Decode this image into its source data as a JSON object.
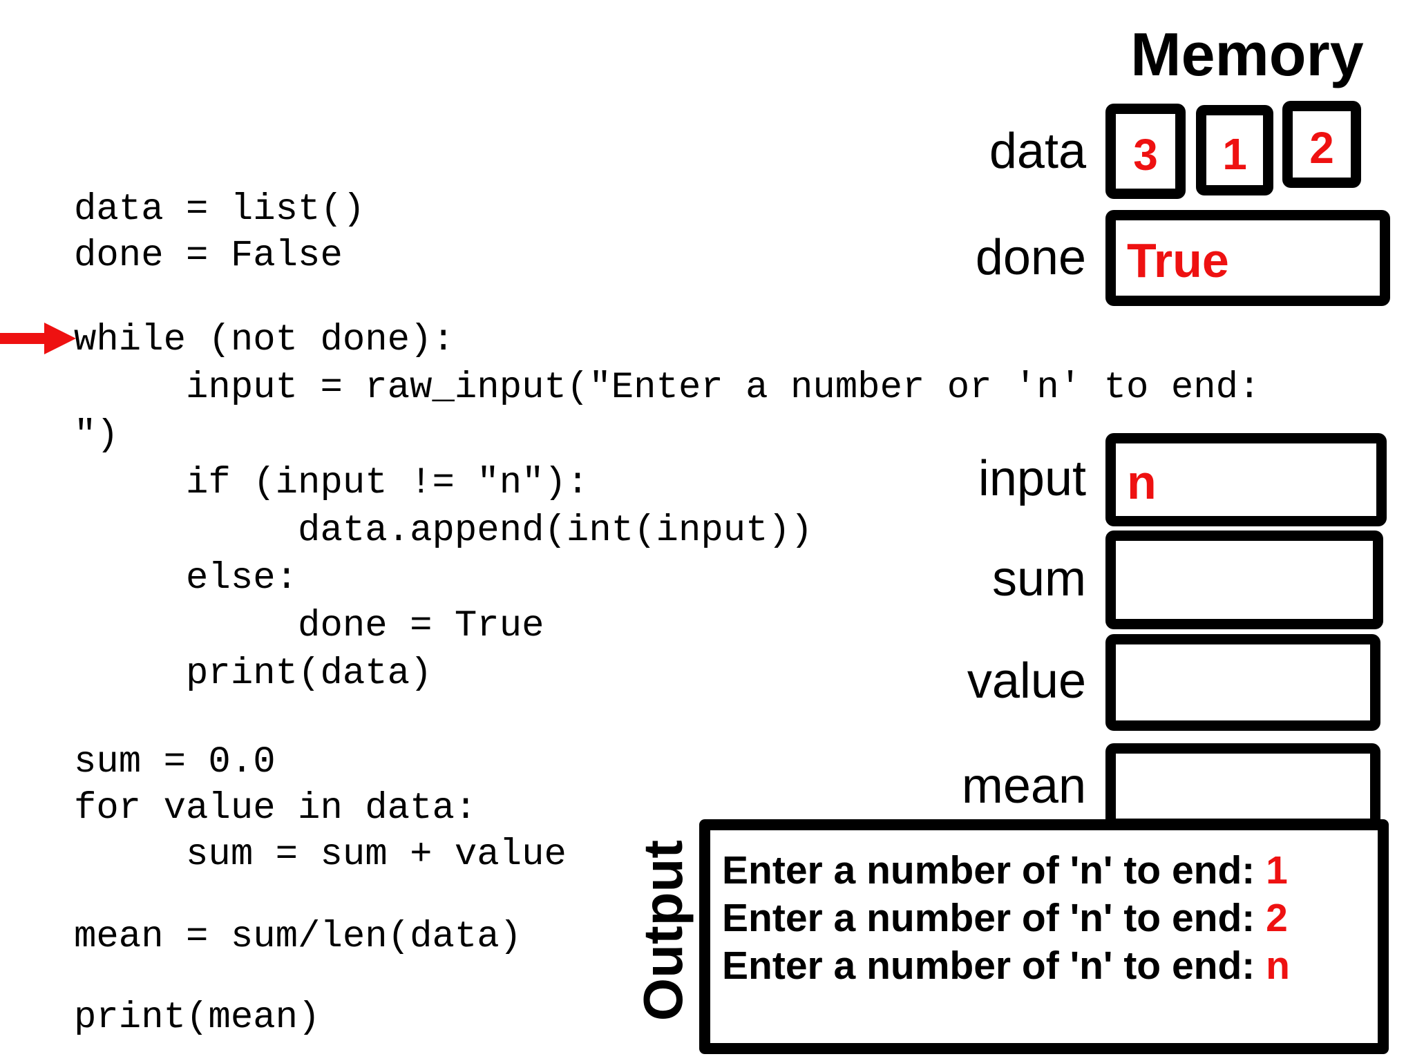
{
  "code": {
    "setup": [
      "data = list()",
      "done = False"
    ],
    "while_loop": [
      "while (not done):",
      "     input = raw_input(\"Enter a number or 'n' to end: ",
      "\")",
      "     if (input != \"n\"):",
      "          data.append(int(input))",
      "     else:",
      "          done = True",
      "     print(data)"
    ],
    "sum_loop": [
      "sum = 0.0",
      "for value in data:",
      "     sum = sum + value"
    ],
    "mean_calc": [
      "mean = sum/len(data)"
    ],
    "print_mean": [
      "print(mean)"
    ]
  },
  "memory": {
    "title": "Memory",
    "data_label": "data",
    "data_cells": [
      "3",
      "1",
      "2"
    ],
    "done_label": "done",
    "done_value": "True",
    "input_label": "input",
    "input_value": "n",
    "sum_label": "sum",
    "sum_value": "",
    "value_label": "value",
    "value_value": "",
    "mean_label": "mean",
    "mean_value": ""
  },
  "output": {
    "label": "Output",
    "lines": [
      {
        "prefix": "Enter a number of 'n' to end: ",
        "value": "1"
      },
      {
        "prefix": "Enter a number of 'n' to end: ",
        "value": "2"
      },
      {
        "prefix": "Enter a number of 'n' to end: ",
        "value": "n"
      }
    ]
  },
  "colors": {
    "accent_red": "#ee1111",
    "text": "#000000",
    "background": "#ffffff"
  }
}
